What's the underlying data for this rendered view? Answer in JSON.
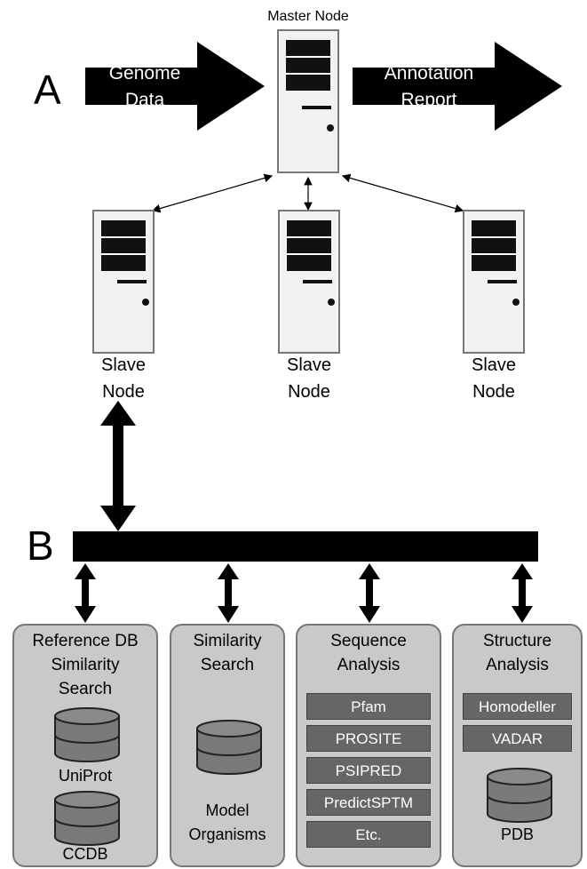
{
  "section_a": {
    "letter": "A",
    "input_arrow": {
      "line1": "Genome",
      "line2": "Data"
    },
    "output_arrow": {
      "line1": "Annotation",
      "line2": "Report"
    },
    "master_label": "Master Node",
    "slaves": [
      {
        "line1": "Slave",
        "line2": "Node"
      },
      {
        "line1": "Slave",
        "line2": "Node"
      },
      {
        "line1": "Slave",
        "line2": "Node"
      }
    ]
  },
  "section_b": {
    "letter": "B",
    "panels": [
      {
        "title1": "Reference DB",
        "title2": "Similarity",
        "title3": "Search",
        "databases": [
          "UniProt",
          "CCDB"
        ]
      },
      {
        "title1": "Similarity",
        "title2": "Search",
        "db_line1": "Model",
        "db_line2": "Organisms"
      },
      {
        "title1": "Sequence",
        "title2": "Analysis",
        "tools": [
          "Pfam",
          "PROSITE",
          "PSIPRED",
          "PredictSPTM",
          "Etc."
        ]
      },
      {
        "title1": "Structure",
        "title2": "Analysis",
        "tools": [
          "Homodeller",
          "VADAR"
        ],
        "database": "PDB"
      }
    ]
  }
}
